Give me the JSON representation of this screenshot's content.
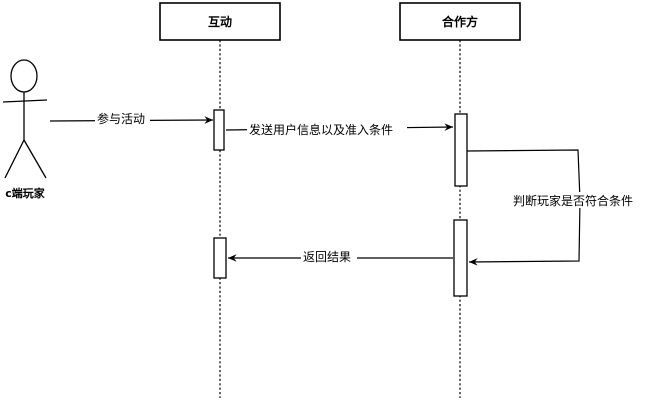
{
  "actor": {
    "label": "c端玩家"
  },
  "participants": [
    {
      "id": "interaction",
      "title": "互动"
    },
    {
      "id": "partner",
      "title": "合作方"
    }
  ],
  "messages": {
    "join_activity": "参与活动",
    "send_user_info": "发送用户信息以及准入条件",
    "judge_player": "判断玩家是否符合条件",
    "return_result": "返回结果"
  },
  "colors": {
    "stroke": "#000000",
    "background": "#ffffff"
  }
}
